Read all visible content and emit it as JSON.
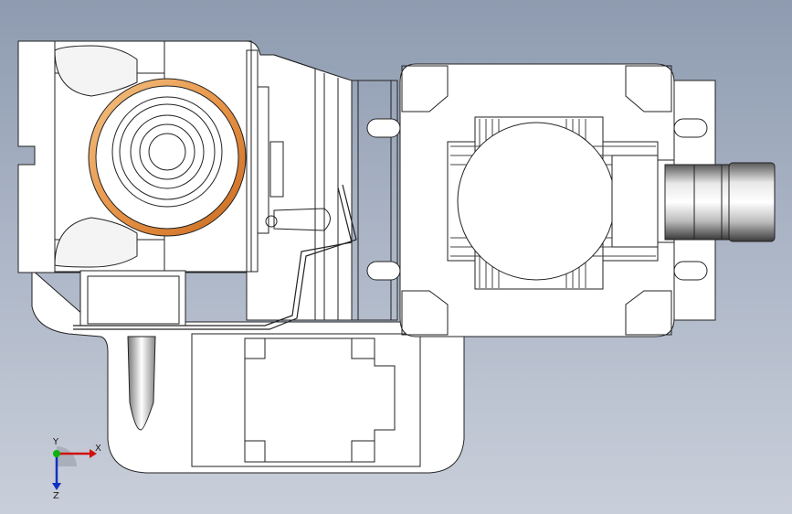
{
  "viewport": {
    "background_top": "#8e9bb0",
    "background_bottom": "#c9cfda"
  },
  "triad": {
    "x_label": "X",
    "y_label": "Y",
    "z_label": "Z",
    "x_color": "#d01010",
    "y_color": "#10b010",
    "z_color": "#1030c0"
  },
  "model": {
    "line_color": "#222222",
    "body_color": "#ffffff",
    "ring_color": "#e08a3a"
  }
}
